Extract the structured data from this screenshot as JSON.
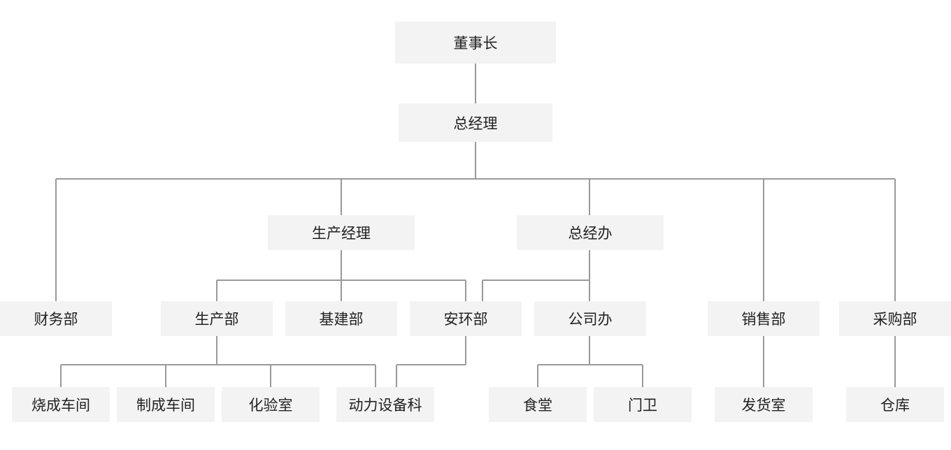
{
  "nodes": {
    "chairman": "董事长",
    "general_manager": "总经理",
    "production_manager": "生产经理",
    "gm_office": "总经办",
    "finance": "财务部",
    "production": "生产部",
    "construction": "基建部",
    "safety_env": "安环部",
    "company_office": "公司办",
    "sales": "销售部",
    "purchasing": "采购部",
    "sintering": "烧成车间",
    "forming": "制成车间",
    "lab": "化验室",
    "power_equipment": "动力设备科",
    "canteen": "食堂",
    "guard": "门卫",
    "shipping": "发货室",
    "warehouse": "仓库"
  }
}
